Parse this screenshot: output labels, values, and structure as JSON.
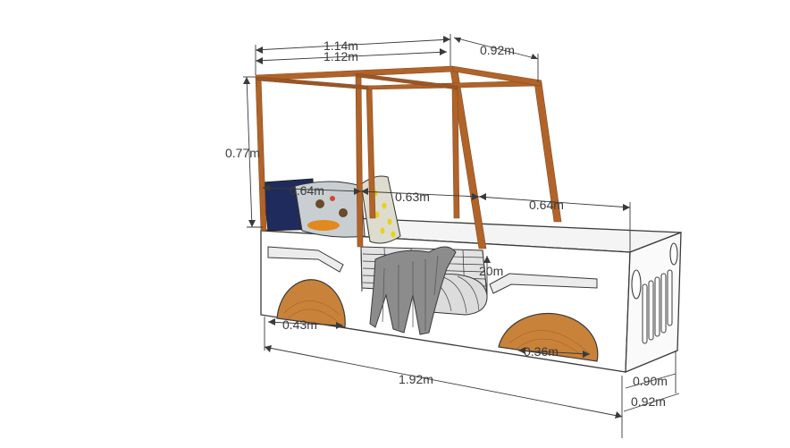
{
  "dimensions": {
    "roof_length_outer": "1.14m",
    "roof_length_inner": "1.12m",
    "roof_width": "0.92m",
    "frame_height": "0.77m",
    "seat_segment_1": "0.64m",
    "seat_segment_2": "0.63m",
    "seat_segment_3": "0.64m",
    "side_height": "20m",
    "rear_wheel_width": "0.43m",
    "front_wheel_width": "0.36m",
    "total_length": "1.92m",
    "front_width_inner": "0.90m",
    "front_width_outer": "0.92m"
  },
  "colors": {
    "frame": "#b0642a",
    "wheel": "#c8823a",
    "body": "#ffffff",
    "outline": "#3a3a3a",
    "mattress": "#d9d9d9",
    "blanket": "#8a8a8a",
    "pillow_navy": "#1e2a5a",
    "pillow_yellow": "#d8d8c8"
  }
}
